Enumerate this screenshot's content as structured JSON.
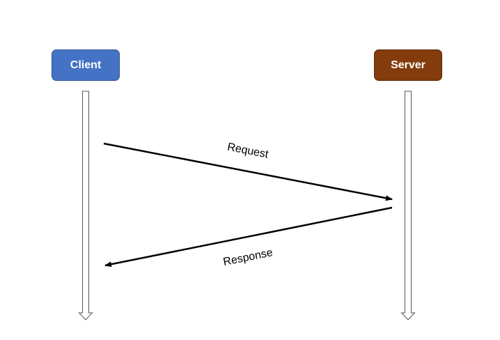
{
  "participants": {
    "client": {
      "label": "Client",
      "color": "#4472c4",
      "border": "#2f528f"
    },
    "server": {
      "label": "Server",
      "color": "#843c0c",
      "border": "#5a2808"
    }
  },
  "messages": {
    "request": "Request",
    "response": "Response"
  }
}
